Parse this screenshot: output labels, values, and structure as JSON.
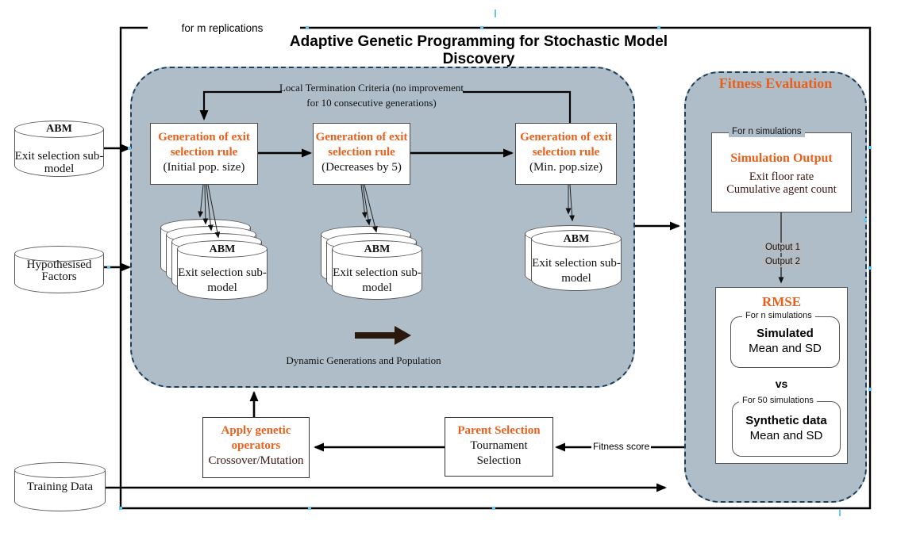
{
  "title": "Adaptive Genetic Programming for Stochastic Model Discovery",
  "loop_label": "for m replications",
  "inputs": {
    "abm_submodel": {
      "header": "ABM",
      "line1": "Exit selection sub-",
      "line2": "model"
    },
    "hypothesised_factors": {
      "line1": "Hypothesised",
      "line2": "Factors"
    },
    "training_data": {
      "label": "Training Data"
    }
  },
  "gp": {
    "termination": {
      "line1": "Local Termination Criteria (no improvement",
      "line2": "for 10 consecutive generations)"
    },
    "boxes": [
      {
        "title1": "Generation of exit",
        "title2": "selection rule",
        "note": "(Initial pop. size)"
      },
      {
        "title1": "Generation of exit",
        "title2": "selection rule",
        "note": "(Decreases by 5)"
      },
      {
        "title1": "Generation of exit",
        "title2": "selection rule",
        "note": "(Min. pop.size)"
      }
    ],
    "stacks": [
      {
        "header": "ABM",
        "line1": "Exit selection sub-",
        "line2": "model"
      },
      {
        "header": "ABM",
        "line1": "Exit selection sub-",
        "line2": "model"
      },
      {
        "header": "ABM",
        "line1": "Exit selection sub-",
        "line2": "model"
      }
    ],
    "caption": "Dynamic Generations and Population"
  },
  "fitness": {
    "title": "Fitness Evaluation",
    "sim_output": {
      "legend": "For n simulations",
      "title": "Simulation Output",
      "line1": "Exit floor rate",
      "line2": "Cumulative agent count"
    },
    "outputs": {
      "o1": "Output 1",
      "o2": "Output 2"
    },
    "rmse": {
      "title": "RMSE",
      "simulated": {
        "legend": "For n simulations",
        "title": "Simulated",
        "line": "Mean and SD"
      },
      "vs": "vs",
      "synthetic": {
        "legend": "For 50 simulations",
        "title": "Synthetic data",
        "line": "Mean and SD"
      }
    }
  },
  "operators": {
    "apply": {
      "title1": "Apply genetic",
      "title2": "operators",
      "note": "Crossover/Mutation"
    },
    "parent": {
      "title": "Parent Selection",
      "line1": "Tournament",
      "line2": "Selection"
    },
    "fitness_score": "Fitness score"
  },
  "colors": {
    "accent_orange": "#E8611C",
    "dark_maroon": "#3B1412",
    "region_fill": "#AEBDC8",
    "dashed_border": "#1C3E5C",
    "thick_arrow": "#2B190E",
    "selection_handle_cyan": "#62CBF0"
  }
}
